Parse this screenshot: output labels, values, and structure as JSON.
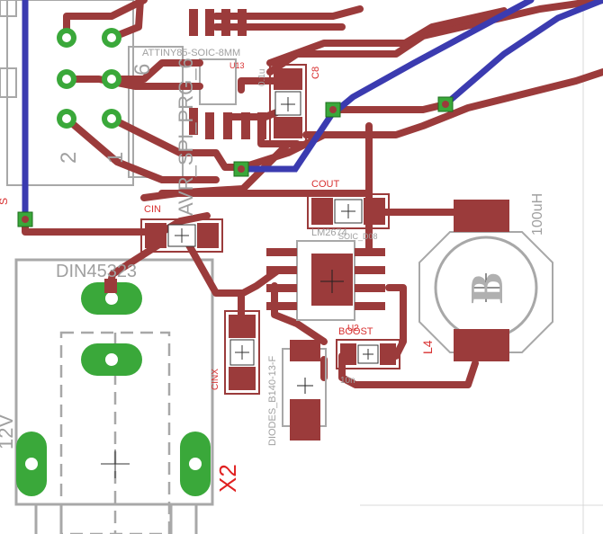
{
  "colors": {
    "trace_top": "#9b3b3b",
    "trace_bottom": "#3b3bb0",
    "pad_green": "#3aa83a",
    "silk_gray": "#9a9a9a",
    "name_red": "#d83030",
    "value_gray": "#909090"
  },
  "labels": {
    "attiny": "ATTINY85-SOIC-8MM",
    "u1": "U13",
    "c8": "C8",
    "c8_value": "0.1u",
    "avr_spi": "AVR_SPI_PRG_6",
    "pin2": "2",
    "pin6": "6",
    "pin1": "1",
    "cout": "COUT",
    "lm": "LM2674",
    "lm_pkg": "SOIC_D08",
    "inductor_value": "100uH",
    "cin": "CIN",
    "din": "DIN45323",
    "cinx": "CINX",
    "u2": "U2",
    "boost": "BOOST",
    "boost_value": "10n",
    "l4": "L4",
    "diode": "DIODES_B140-13-F",
    "twelve_v": "12V",
    "x2": "X2",
    "s_label": "S",
    "bm_logo": "B"
  }
}
